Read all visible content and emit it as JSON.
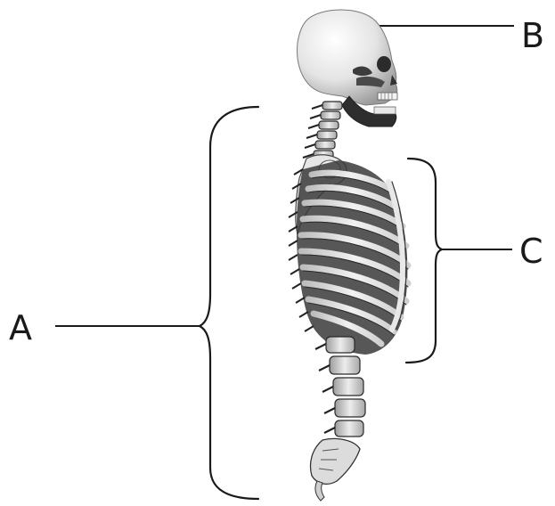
{
  "labels": {
    "a": "A",
    "b": "B",
    "c": "C"
  },
  "colors": {
    "line": "#1a1a1a",
    "bone_light": "#f3f3f3",
    "bone_mid": "#d9d9d9",
    "bone_shadow": "#8a8a8a",
    "bone_dark": "#2a2a2a"
  }
}
